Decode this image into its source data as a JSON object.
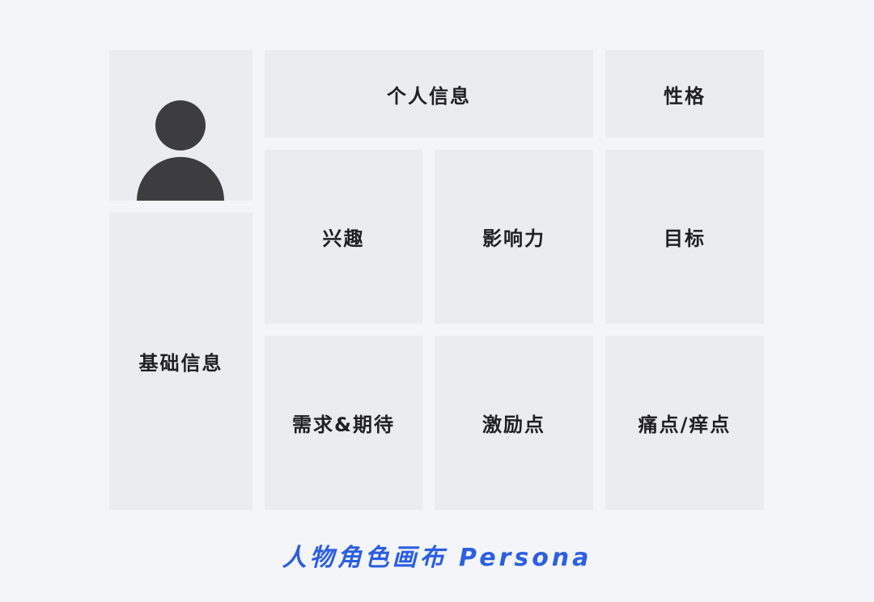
{
  "canvas": {
    "avatar_icon": "person-silhouette-icon",
    "cells": {
      "personal_info": "个人信息",
      "personality": "性格",
      "interests": "兴趣",
      "influence": "影响力",
      "goals": "目标",
      "basic_info": "基础信息",
      "needs_expectations": "需求&期待",
      "motivators": "激励点",
      "pain_points": "痛点/痒点"
    }
  },
  "caption": "人物角色画布 Persona",
  "colors": {
    "background": "#f4f5f9",
    "cell": "#ebecf0",
    "icon": "#3d3d40",
    "caption": "#2d5fe0"
  }
}
